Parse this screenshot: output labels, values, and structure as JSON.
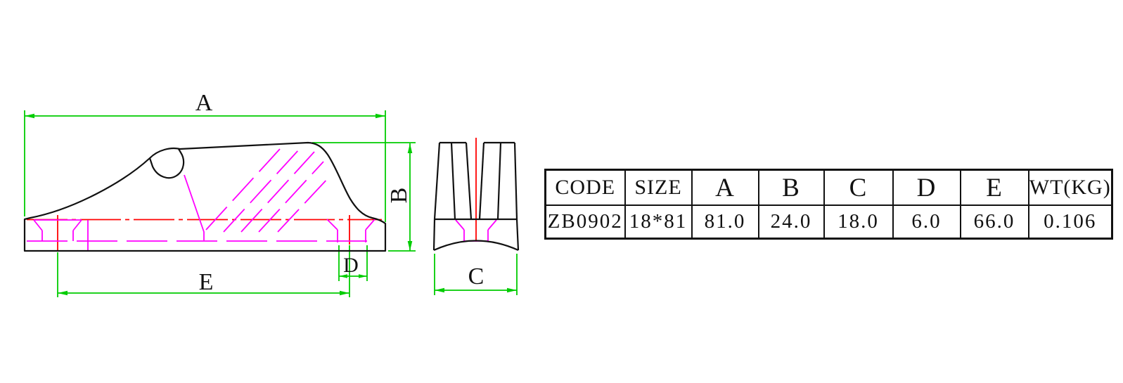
{
  "drawing": {
    "title_context": "cam cleat two-view technical drawing",
    "dimension_labels": {
      "a": "A",
      "b": "B",
      "c": "C",
      "d": "D",
      "e": "E"
    },
    "colors": {
      "outline": "#111111",
      "dimension": "#00cc00",
      "hidden": "#ff00ff",
      "centerline": "#ff0000",
      "background": "#ffffff"
    }
  },
  "table": {
    "headers": [
      "CODE",
      "SIZE",
      "A",
      "B",
      "C",
      "D",
      "E",
      "WT(KG)"
    ],
    "rows": [
      [
        "ZB0902",
        "18*81",
        "81.0",
        "24.0",
        "18.0",
        "6.0",
        "66.0",
        "0.106"
      ]
    ]
  }
}
